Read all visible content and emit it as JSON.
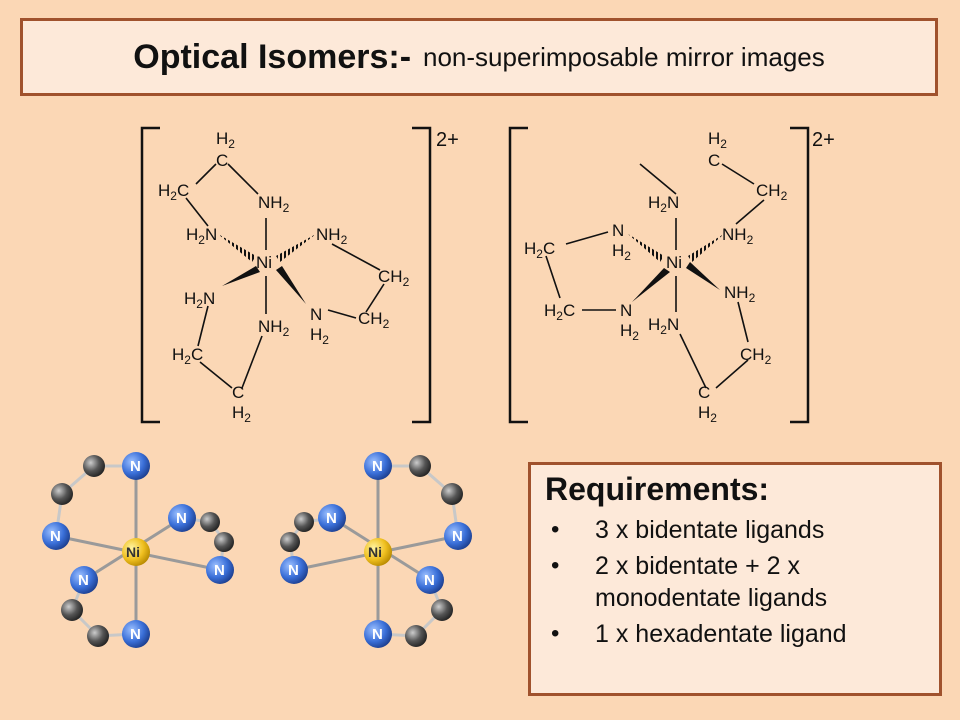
{
  "title": {
    "main": "Optical Isomers:-",
    "subtitle": "non-superimposable mirror images"
  },
  "structure_labels": {
    "h2": "H",
    "c": "C",
    "h2c": "H",
    "ch2": "CH",
    "nh2": "NH",
    "h2n": "H",
    "n": "N",
    "ni": "Ni",
    "sub2": "2",
    "charge": "2+"
  },
  "models": {
    "nitrogen_label": "N",
    "nickel_label": "Ni",
    "colors": {
      "nitrogen": "#3a6fd8",
      "carbon": "#555555",
      "nickel": "#f0c020"
    }
  },
  "requirements": {
    "title": "Requirements:",
    "items": [
      "3 x bidentate ligands",
      "2 x bidentate + 2 x monodentate ligands",
      "1 x hexadentate ligand"
    ]
  }
}
